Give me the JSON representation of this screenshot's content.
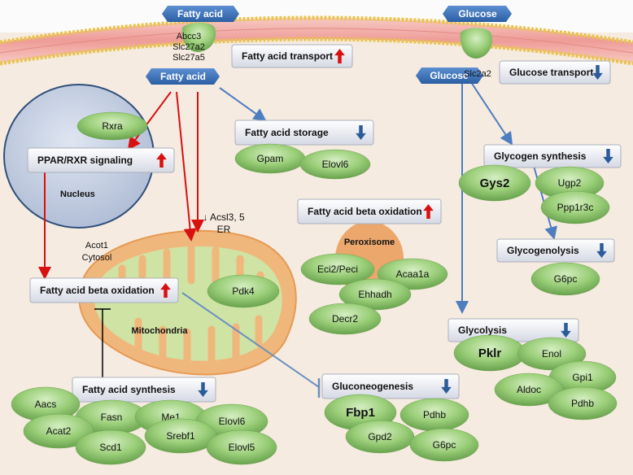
{
  "molecules": {
    "fatty_acid_out": "Fatty acid",
    "fatty_acid_in": "Fatty acid",
    "glucose_out": "Glucose",
    "glucose_in": "Glucose"
  },
  "transporters": {
    "fa_line1": "Abcc3",
    "fa_line2": "Slc27a2",
    "fa_line3": "Slc27a5",
    "glucose": "Slc2a2"
  },
  "processes": {
    "fa_transport": "Fatty acid transport",
    "glucose_transport": "Glucose transport",
    "fa_storage": "Fatty acid storage",
    "ppar_rxr": "PPAR/RXR signaling",
    "glycogen_synthesis": "Glycogen synthesis",
    "fa_beta_ox_perox": "Fatty acid beta oxidation",
    "glycogenolysis": "Glycogenolysis",
    "fa_beta_ox_mito": "Fatty acid beta oxidation",
    "glycolysis": "Glycolysis",
    "fa_synthesis": "Fatty acid synthesis",
    "gluconeogenesis": "Gluconeogenesis"
  },
  "compartments": {
    "nucleus": "Nucleus",
    "peroxisome": "Peroxisome",
    "mitochondria": "Mitochondria",
    "er_line1": "↓ Acsl3, 5",
    "er_line2": "ER",
    "cytosol_line1": "Acot1",
    "cytosol_line2": "Cytosol"
  },
  "genes": {
    "rxra": "Rxra",
    "gpam": "Gpam",
    "elovl6_storage": "Elovl6",
    "pdk4": "Pdk4",
    "eci2_peci": "Eci2/Peci",
    "acaa1a": "Acaa1a",
    "ehhadh": "Ehhadh",
    "decr2": "Decr2",
    "gys2": "Gys2",
    "ugp2": "Ugp2",
    "ppp1r3c": "Ppp1r3c",
    "g6pc_glycogenolysis": "G6pc",
    "pklr": "Pklr",
    "enol": "Enol",
    "gpi1": "Gpi1",
    "aldoc": "Aldoc",
    "pdhb_glycolysis": "Pdhb",
    "aacs": "Aacs",
    "fasn": "Fasn",
    "me1": "Me1",
    "elovl6_synthesis": "Elovl6",
    "acat2": "Acat2",
    "scd1": "Scd1",
    "srebf1": "Srebf1",
    "elovl5": "Elovl5",
    "fbp1": "Fbp1",
    "pdhb_gluconeo": "Pdhb",
    "gpd2": "Gpd2",
    "g6pc_gluconeo": "G6pc"
  },
  "colors": {
    "background": "#f6ebe0",
    "membrane": "#f2a7a2",
    "up_arrow": "#d81010",
    "down_arrow": "#2b5c9a",
    "molecule_tag": "#3d73b8",
    "gene_ellipse": "#8fc46f",
    "process_box": "#eef0f6",
    "nucleus": "#c5d0e4",
    "mitochondria": "#f1bf85",
    "peroxisome": "#eca76d"
  }
}
